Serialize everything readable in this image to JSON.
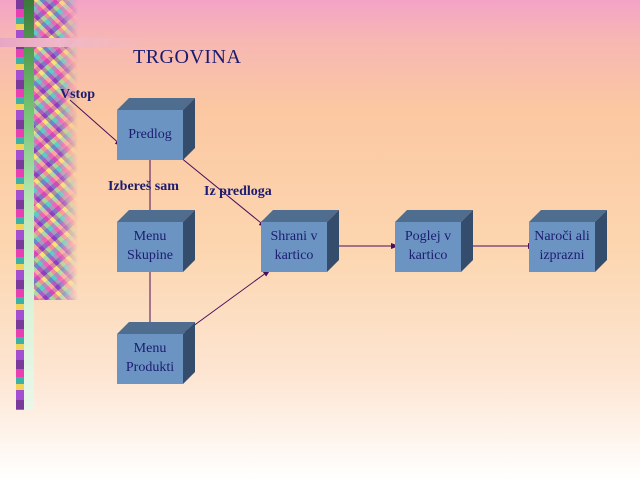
{
  "title": "TRGOVINA",
  "nodes": {
    "predlog": "Predlog",
    "menu_skupine": "Menu\nSkupine",
    "menu_produkti": "Menu\nProdukti",
    "shrani": "Shrani v\nkartico",
    "poglej": "Poglej v\nkartico",
    "naroci": "Naroči ali\nizprazni"
  },
  "edge_labels": {
    "vstop": "Vstop",
    "izberes_sam": "Izbereš sam",
    "iz_predloga": "Iz predloga"
  },
  "colors": {
    "box_front": "#6b94c3",
    "box_top": "#4f6d8f",
    "box_side": "#354d6d",
    "text": "#1c1c70",
    "arrow": "#4a0e5c"
  }
}
